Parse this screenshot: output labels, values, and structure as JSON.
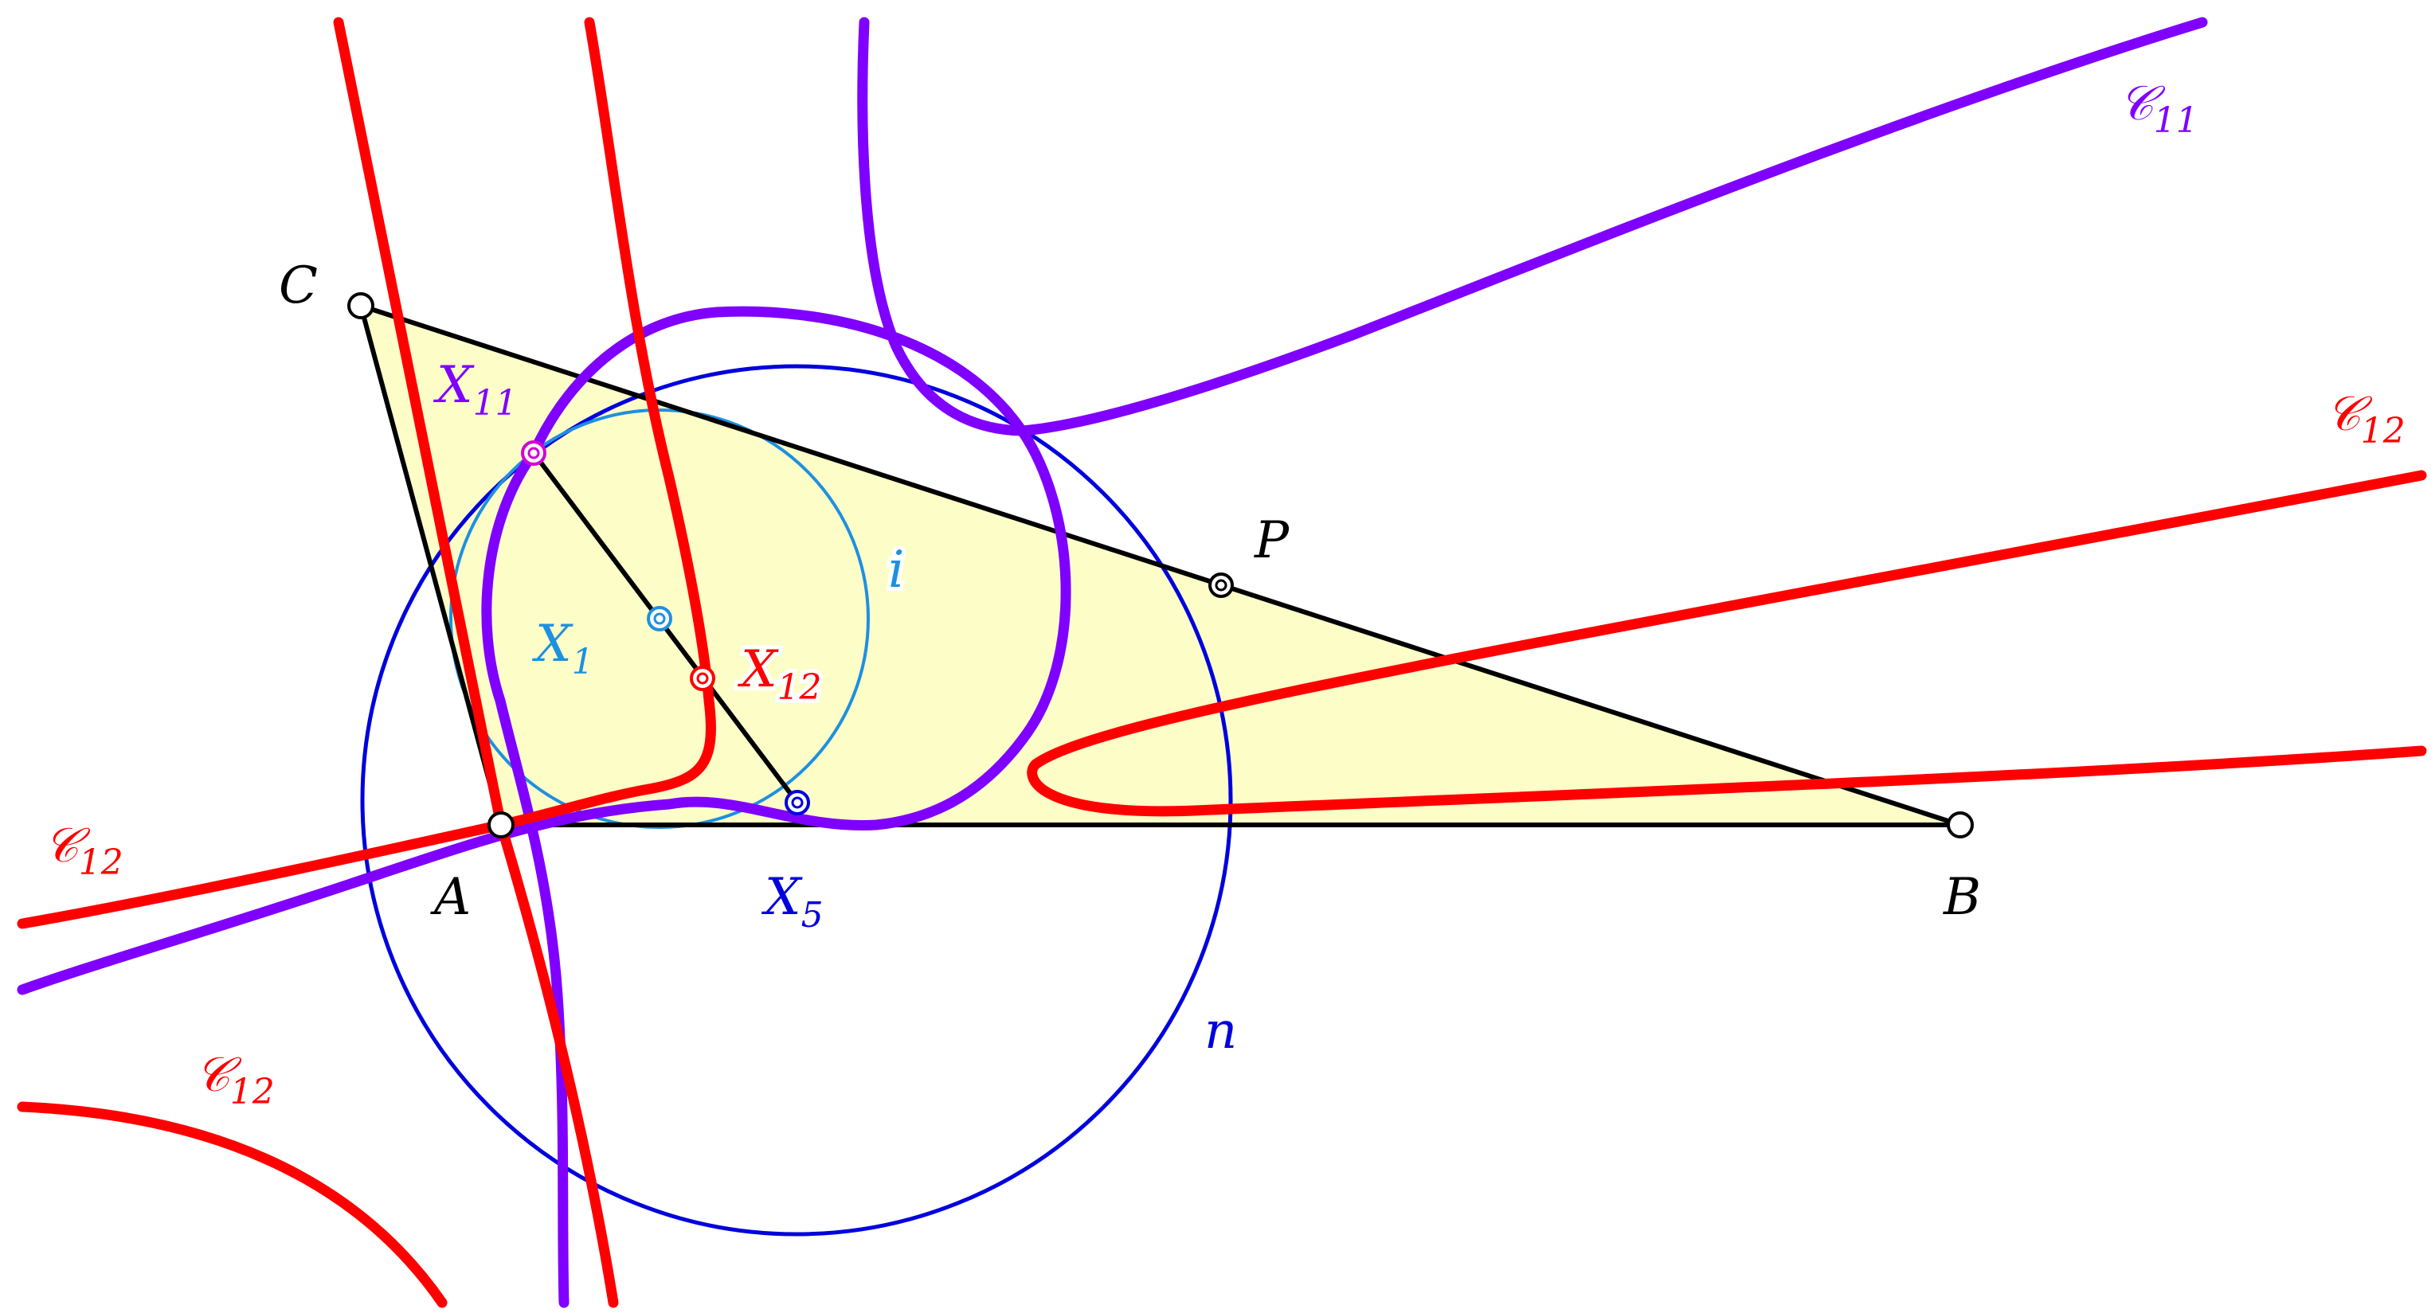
{
  "colors": {
    "background": "#ffffff",
    "triangle_fill": "#fdfdc8",
    "triangle_stroke": "#000000",
    "cubic_c11": "#7f00ff",
    "cubic_c12": "#ff0000",
    "nine_point_circle": "#0000dd",
    "incircle": "#1e90e0",
    "x11_point": "#d400d4"
  },
  "labels": {
    "vertex_a": "A",
    "vertex_b": "B",
    "vertex_c": "C",
    "point_p": "P",
    "incircle": "i",
    "nine_point_circle": "n",
    "x1": {
      "base": "X",
      "sub": "1"
    },
    "x5": {
      "base": "X",
      "sub": "5"
    },
    "x11": {
      "base": "X",
      "sub": "11"
    },
    "x12": {
      "base": "X",
      "sub": "12"
    },
    "c11": {
      "base": "𝒞",
      "sub": "11"
    },
    "c12_right": {
      "base": "𝒞",
      "sub": "12"
    },
    "c12_left": {
      "base": "𝒞",
      "sub": "12"
    },
    "c12_lower": {
      "base": "𝒞",
      "sub": "12"
    }
  }
}
